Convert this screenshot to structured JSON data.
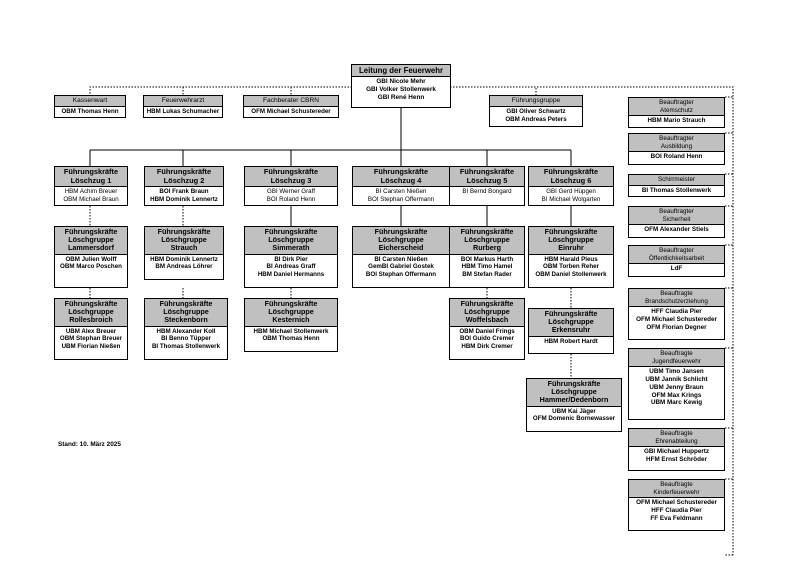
{
  "top": {
    "title": "Leitung der Feuerwehr",
    "members": [
      "GBI Nicole Mehr",
      "GBI Volker Stollenwerk",
      "GBI René Henn"
    ]
  },
  "staff": [
    {
      "title": "Kassenwart",
      "members": [
        "OBM Thomas Henn"
      ]
    },
    {
      "title": "Feuerwehrarzt",
      "members": [
        "HBM Lukas Schumacher"
      ]
    },
    {
      "title": "Fachberater CBRN",
      "members": [
        "OFM Michael Schustereder"
      ]
    },
    {
      "title": "Führungsgruppe",
      "members": [
        "GBI Oliver Schwartz",
        "OBM Andreas Peters"
      ]
    }
  ],
  "zuege": [
    {
      "title": "Führungskräfte\nLöschzug 1",
      "members": [
        "HBM Achim Breuer",
        "OBM Michael Braun"
      ]
    },
    {
      "title": "Führungskräfte\nLöschzug 2",
      "members": [
        "BOI Frank Braun",
        "HBM Dominik Lennertz"
      ]
    },
    {
      "title": "Führungskräfte\nLöschzug 3",
      "members": [
        "GBI Werner Graff",
        "BOI Roland Henn"
      ]
    },
    {
      "title": "Führungskräfte\nLöschzug 4",
      "members": [
        "BI Carsten Nießen",
        "BOI Stephan Offermann"
      ]
    },
    {
      "title": "Führungskräfte\nLöschzug 5",
      "members": [
        "BI Bernd Bongard"
      ]
    },
    {
      "title": "Führungskräfte\nLöschzug 6",
      "members": [
        "GBI Gerd Hüpgen",
        "BI Michael Wolgarten"
      ]
    }
  ],
  "gruppen_row1": [
    {
      "title": "Führungskräfte\nLöschgruppe\nLammersdorf",
      "members": [
        "OBM Julien Wolff",
        "OBM Marco Poschen"
      ]
    },
    {
      "title": "Führungskräfte\nLöschgruppe\nStrauch",
      "members": [
        "HBM Dominik Lennertz",
        "BM Andreas Löhrer"
      ]
    },
    {
      "title": "Führungskräfte\nLöschgruppe\nSimmerath",
      "members": [
        "BI Dirk Pier",
        "BI Andreas Graff",
        "HBM Daniel Hermanns"
      ]
    },
    {
      "title": "Führungskräfte\nLöschgruppe\nEicherscheid",
      "members": [
        "BI Carsten Nießen",
        "GemBI Gabriel Gostek",
        "BOI Stephan Offermann"
      ]
    },
    {
      "title": "Führungskräfte\nLöschgruppe\nRurberg",
      "members": [
        "BOI Markus Harth",
        "HBM Timo Hamel",
        "BM Stefan Rader"
      ]
    },
    {
      "title": "Führungskräfte\nLöschgruppe\nEinruhr",
      "members": [
        "HBM Harald Pleus",
        "OBM Torben Reher",
        "OBM Daniel Stollenwerk"
      ]
    }
  ],
  "gruppen_row2": [
    {
      "title": "Führungskräfte\nLöschgruppe\nRollesbroich",
      "members": [
        "UBM Alex Breuer",
        "OBM Stephan Breuer",
        "UBM Florian Nießen"
      ]
    },
    {
      "title": "Führungskräfte\nLöschgruppe\nSteckenborn",
      "members": [
        "HBM Alexander Koll",
        "BI Benno Tüpper",
        "BI Thomas Stollenwerk"
      ]
    },
    {
      "title": "Führungskräfte\nLöschgruppe\nKesternich",
      "members": [
        "HBM Michael Stollenwerk",
        "OBM Thomas Henn"
      ]
    },
    {
      "title": "Führungskräfte\nLöschgruppe\nWoffelsbach",
      "members": [
        "OBM Daniel Frings",
        "BOI Guido Cremer",
        "HBM Dirk Cremer"
      ]
    },
    {
      "title": "Führungskräfte\nLöschgruppe\nErkensruhr",
      "members": [
        "HBM Robert Hardt"
      ]
    }
  ],
  "gruppe_hammer": {
    "title": "Führungskräfte\nLöschgruppe\nHammer/Dedenborn",
    "members": [
      "UBM Kai Jäger",
      "OFM Domenic Bornewasser"
    ]
  },
  "beauftragte": [
    {
      "title": "Beauftragter\nAtemschutz",
      "members": [
        "HBM Mario Strauch"
      ]
    },
    {
      "title": "Beauftragter\nAusbildung",
      "members": [
        "BOI Roland Henn"
      ]
    },
    {
      "title": "Schirrmeister",
      "members": [
        "BI Thomas Stollenwerk"
      ]
    },
    {
      "title": "Beauftragter\nSicherheit",
      "members": [
        "OFM Alexander Stiels"
      ]
    },
    {
      "title": "Beauftragter\nÖffentlichkeitsarbeit",
      "members": [
        "LdF"
      ]
    },
    {
      "title": "Beauftragte\nBrandschutzerziehung",
      "members": [
        "HFF Claudia Pier",
        "OFM Michael Schustereder",
        "OFM Florian Degner"
      ]
    },
    {
      "title": "Beauftragte\nJugendfeuerwehr",
      "members": [
        "UBM Timo Jansen",
        "UBM Jannik Schlicht",
        "UBM Jenny Braun",
        "OFM Max Krings",
        "UBM Marc Kewig"
      ]
    },
    {
      "title": "Beauftragte\nEhrenabteilung",
      "members": [
        "GBI Michael Huppertz",
        "HFM Ernst Schröder"
      ]
    },
    {
      "title": "Beauftragte\nKinderfeuerwehr",
      "members": [
        "OFM Michael Schustereder",
        "HFF Claudia Pier",
        "FF Eva Feldmann"
      ]
    }
  ],
  "stand": "Stand: 10. März 2025"
}
